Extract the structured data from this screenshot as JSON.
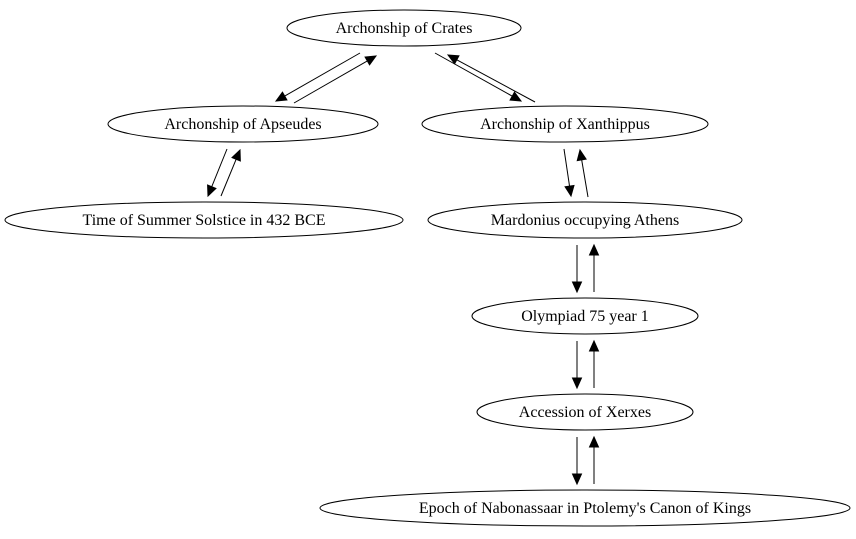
{
  "diagram": {
    "type": "directed-graph",
    "nodes": [
      {
        "id": "crates",
        "label": "Archonship of Crates"
      },
      {
        "id": "apseudes",
        "label": "Archonship of Apseudes"
      },
      {
        "id": "xanthippus",
        "label": "Archonship of Xanthippus"
      },
      {
        "id": "solstice",
        "label": "Time of Summer Solstice in 432 BCE"
      },
      {
        "id": "mardonius",
        "label": "Mardonius occupying Athens"
      },
      {
        "id": "olympiad",
        "label": "Olympiad 75 year 1"
      },
      {
        "id": "xerxes",
        "label": "Accession of Xerxes"
      },
      {
        "id": "nabonassar",
        "label": "Epoch of Nabonassaar in Ptolemy's Canon of Kings"
      }
    ],
    "edges": [
      {
        "from": "crates",
        "to": "apseudes"
      },
      {
        "from": "apseudes",
        "to": "crates"
      },
      {
        "from": "crates",
        "to": "xanthippus"
      },
      {
        "from": "xanthippus",
        "to": "crates"
      },
      {
        "from": "apseudes",
        "to": "solstice"
      },
      {
        "from": "solstice",
        "to": "apseudes"
      },
      {
        "from": "xanthippus",
        "to": "mardonius"
      },
      {
        "from": "mardonius",
        "to": "xanthippus"
      },
      {
        "from": "mardonius",
        "to": "olympiad"
      },
      {
        "from": "olympiad",
        "to": "mardonius"
      },
      {
        "from": "olympiad",
        "to": "xerxes"
      },
      {
        "from": "xerxes",
        "to": "olympiad"
      },
      {
        "from": "xerxes",
        "to": "nabonassar"
      },
      {
        "from": "nabonassar",
        "to": "xerxes"
      }
    ]
  }
}
